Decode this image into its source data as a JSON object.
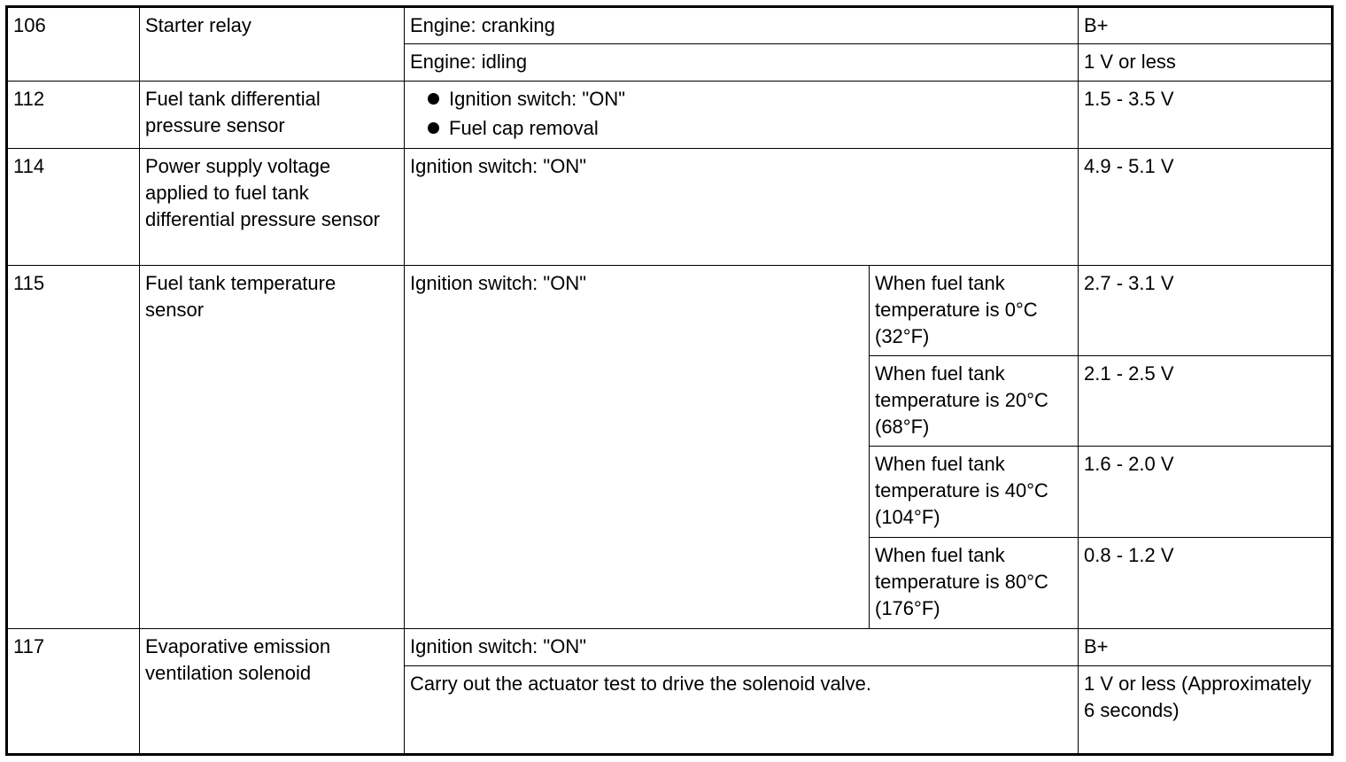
{
  "rows": [
    {
      "terminal": "106",
      "item": "Starter relay",
      "conditions": [
        {
          "check": "Engine: cranking",
          "normal": "B+"
        },
        {
          "check": "Engine: idling",
          "normal": "1 V or less"
        }
      ]
    },
    {
      "terminal": "112",
      "item": "Fuel tank differential pressure sensor",
      "check_bullets": [
        "Ignition switch: \"ON\"",
        "Fuel cap removal"
      ],
      "normal": "1.5 - 3.5 V"
    },
    {
      "terminal": "114",
      "item": "Power supply voltage applied to fuel tank differential pressure sensor",
      "check": "Ignition switch: \"ON\"",
      "normal": "4.9 - 5.1 V"
    },
    {
      "terminal": "115",
      "item": "Fuel tank temperature sensor",
      "check": "Ignition switch: \"ON\"",
      "subconditions": [
        {
          "when": "When fuel tank temperature is 0°C (32°F)",
          "normal": "2.7 - 3.1 V"
        },
        {
          "when": "When fuel tank temperature is 20°C (68°F)",
          "normal": "2.1 - 2.5 V"
        },
        {
          "when": "When fuel tank temperature is 40°C (104°F)",
          "normal": "1.6 - 2.0 V"
        },
        {
          "when": "When fuel tank temperature is 80°C (176°F)",
          "normal": "0.8 - 1.2 V"
        }
      ]
    },
    {
      "terminal": "117",
      "item": "Evaporative emission ventilation solenoid",
      "conditions": [
        {
          "check": "Ignition switch: \"ON\"",
          "normal": "B+"
        },
        {
          "check": "Carry out the actuator test to drive the solenoid valve.",
          "normal": "1 V or less (Approximately 6 seconds)"
        }
      ]
    }
  ]
}
